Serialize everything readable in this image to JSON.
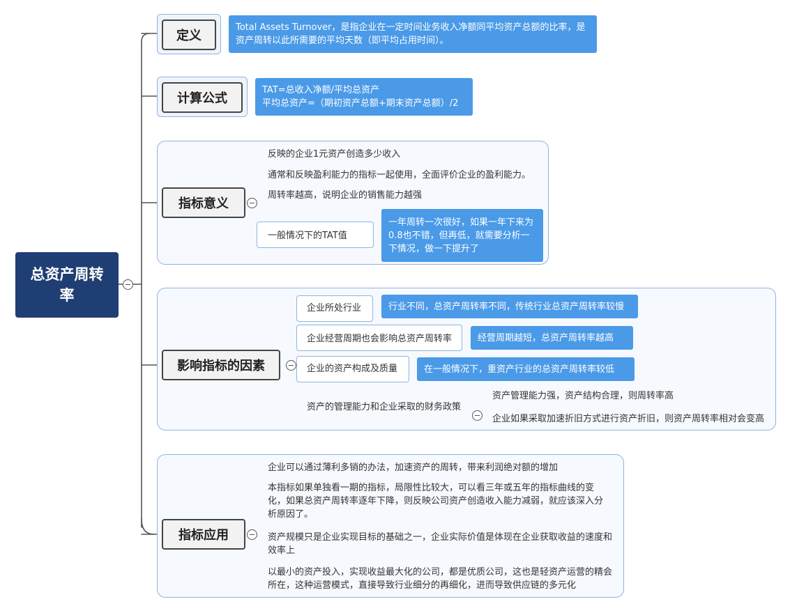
{
  "root": {
    "label": "总资产周转率"
  },
  "topics": {
    "definition": {
      "label": "定义",
      "text": "Total Assets Turnover，是指企业在一定时间业务收入净额同平均资产总额的比率，是资产周转以此所需要的平均天数（即平均占用时间）。"
    },
    "formula": {
      "label": "计算公式",
      "line1": "TAT=总收入净额/平均总资产",
      "line2": "平均总资产=（期初资产总额+期末资产总额）/2"
    },
    "significance": {
      "label": "指标意义",
      "items": [
        "反映的企业1元资产创造多少收入",
        "通常和反映盈利能力的指标一起使用，全面评价企业的盈利能力。",
        "周转率越高，说明企业的销售能力越强",
        "一般情况下的TAT值"
      ],
      "tat_note": "一年周转一次很好，如果一年下来为0.8也不错，但再低，就需要分析一下情况，做一下提升了"
    },
    "factors": {
      "label": "影响指标的因素",
      "items": [
        {
          "label": "企业所处行业",
          "note": "行业不同，总资产周转率不同，传统行业总资产周转率较慢"
        },
        {
          "label": "企业经营周期也会影响总资产周转率",
          "note": "经营周期越短，总资产周转率越高"
        },
        {
          "label": "企业的资产构成及质量",
          "note": "在一般情况下，重资产行业的总资产周转率较低"
        },
        {
          "label": "资产的管理能力和企业采取的财务政策"
        }
      ],
      "policy_items": [
        "资产管理能力强，资产结构合理，则周转率高",
        "企业如果采取加速折旧方式进行资产折旧，则资产周转率相对会变高"
      ]
    },
    "application": {
      "label": "指标应用",
      "items": [
        "企业可以通过薄利多销的办法，加速资产的周转，带来利润绝对额的增加",
        "本指标如果单独看一期的指标，局限性比较大，可以看三年或五年的指标曲线的变化，如果总资产周转率逐年下降，则反映公司资产创造收入能力减弱，就应该深入分析原因了。",
        "资产规模只是企业实现目标的基础之一，企业实际价值是体现在企业获取收益的速度和效率上",
        "以最小的资产投入，实现收益最大化的公司，都是优质公司，这也是轻资产运营的精会所在，这种运营模式，直接导致行业细分的再细化，进而导致供应链的多元化"
      ]
    }
  },
  "colors": {
    "root_bg": "#1f3e73",
    "callout_bg": "#4a9ae8",
    "group_border": "#8fb4e3",
    "connector": "#555555"
  }
}
